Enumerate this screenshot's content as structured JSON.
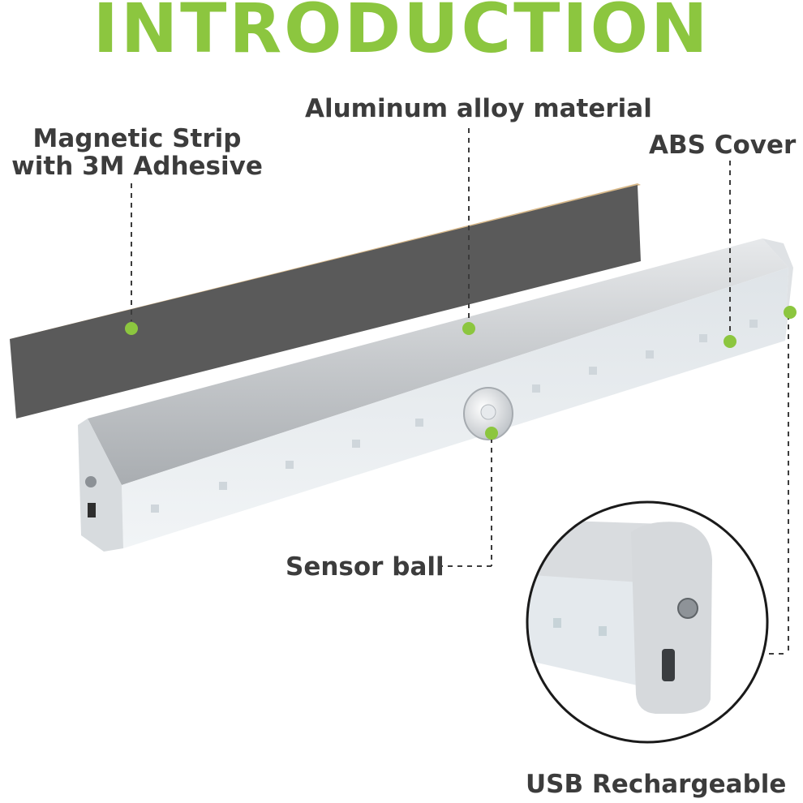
{
  "heading": {
    "text": "INTRODUCTION"
  },
  "callouts": {
    "magnetic_strip": "Magnetic Strip with 3M Adhesive",
    "aluminum": "Aluminum alloy material",
    "abs_cover": "ABS Cover",
    "sensor_ball": "Sensor ball",
    "usb": "USB Rechargeable"
  },
  "colors": {
    "title": "#8cc63f",
    "dot": "#8cc63f",
    "label": "#3c3c3c",
    "strip": "#5a5a5a",
    "strip_edge": "#d8b98a",
    "bar_top": "#c9cccf",
    "diffuser": "#e8ecef",
    "leader": "#3c3c3c"
  },
  "icons": {
    "dot": "callout-dot-icon",
    "led": "led-chip-icon",
    "usb": "micro-usb-port-icon"
  }
}
